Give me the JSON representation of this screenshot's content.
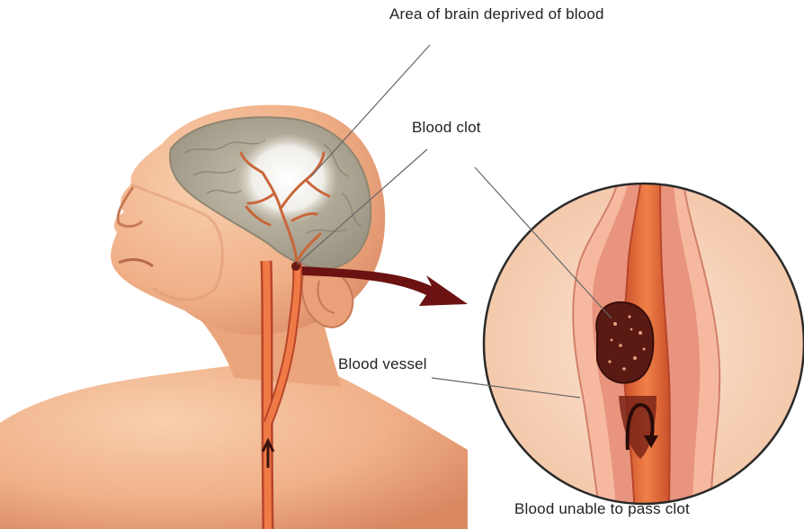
{
  "labels": {
    "area_deprived": "Area of brain deprived of blood",
    "blood_clot": "Blood clot",
    "blood_vessel": "Blood vessel",
    "blood_unable": "Blood unable to pass clot"
  },
  "colors": {
    "skin": "#f2b58c",
    "skin_shadow": "#d98c62",
    "brain": "#b8b09c",
    "artery": "#e06a3a",
    "vessel_wall": "#f4a68a",
    "clot": "#5a1a14",
    "arrow": "#6b1212",
    "leader_line": "#555555"
  }
}
